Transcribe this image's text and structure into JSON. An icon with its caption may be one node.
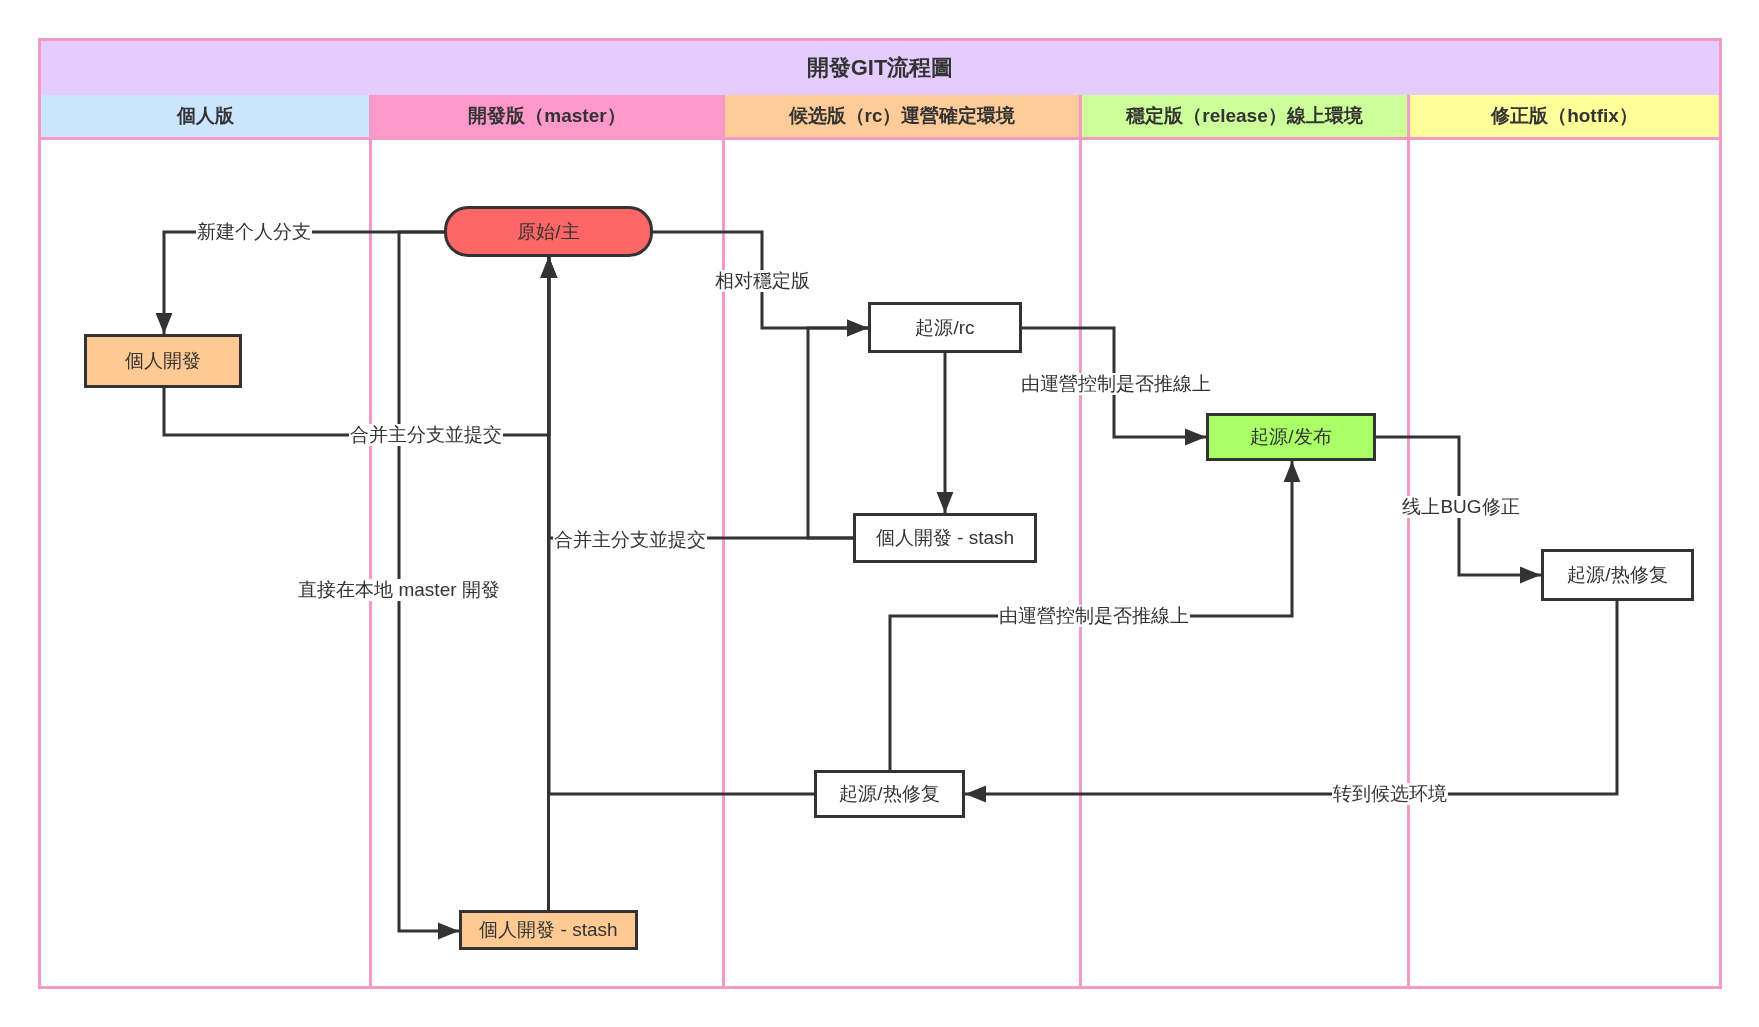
{
  "diagram": {
    "title": "開發GIT流程圖",
    "nodes": [
      {
        "text": [
          "個人版"
        ]
      },
      {
        "text": [
          "開發版（master）"
        ]
      },
      {
        "text": [
          "候选版（rc）運營確定環境"
        ]
      },
      {
        "text": [
          "穩定版（release）線上環境"
        ]
      },
      {
        "text": [
          "修正版（hotfix）"
        ]
      },
      {
        "text": [
          "原始/主"
        ],
        "in": 1
      },
      {
        "text": [
          "個人開發"
        ],
        "in": 0
      },
      {
        "text": [
          "起源/rc"
        ],
        "in": 2
      },
      {
        "text": [
          "個人開發 - stash"
        ],
        "in": 2
      },
      {
        "text": [
          "起源/发布"
        ],
        "in": 3
      },
      {
        "text": [
          "起源/热修复"
        ],
        "in": 4
      },
      {
        "text": [
          "起源/热修复"
        ],
        "in": 2
      },
      {
        "text": [
          "個人開發 - stash"
        ],
        "in": 1
      }
    ],
    "edges": [
      {
        "from": 5,
        "to": 6,
        "arrow": "to",
        "label": "新建个人分支"
      },
      {
        "from": 5,
        "to": 12,
        "arrow": "to",
        "label": "直接在本地 master 開發"
      },
      {
        "from": 5,
        "to": 7,
        "arrow": "to",
        "label": "相对穩定版"
      },
      {
        "from": 6,
        "to": 5,
        "arrow": "to",
        "label": "合并主分支並提交"
      },
      {
        "from": 12,
        "to": 5,
        "arrow": "to"
      },
      {
        "from": 8,
        "to": 5,
        "arrow": "to",
        "label": "合并主分支並提交"
      },
      {
        "from": 8,
        "to": 7,
        "arrow": "to"
      },
      {
        "from": 11,
        "to": 5,
        "arrow": "to"
      },
      {
        "from": 7,
        "to": 8,
        "arrow": "to"
      },
      {
        "from": 7,
        "to": 9,
        "arrow": "to",
        "label": "由運營控制是否推線上"
      },
      {
        "from": 9,
        "to": 10,
        "arrow": "to",
        "label": "线上BUG修正"
      },
      {
        "from": 10,
        "to": 11,
        "arrow": "to",
        "label": "转到候选环境"
      },
      {
        "from": 11,
        "to": 9,
        "arrow": "to",
        "label": "由運營控制是否推線上"
      }
    ]
  }
}
